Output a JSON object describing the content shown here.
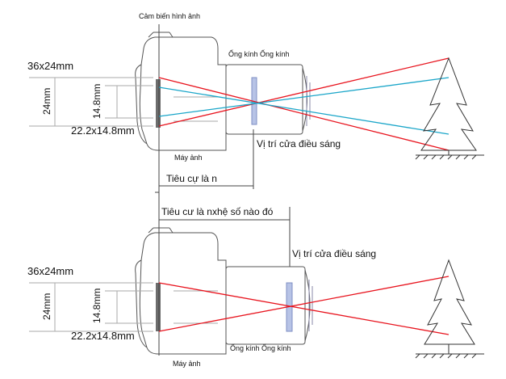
{
  "top": {
    "sensor_label": "Cảm biến hình ảnh",
    "lens_label": "Ống kính  Ống kính",
    "full_frame": "36x24mm",
    "height_full": "24mm",
    "height_crop": "14.8mm",
    "crop_frame": "22.2x14.8mm",
    "camera_label": "Máy ảnh",
    "aperture_label": "Vị trí cửa điều sáng",
    "focal_n": "Tiêu cự là n",
    "focal_nx": "Tiêu cư là nxhệ số nào đó"
  },
  "bottom": {
    "aperture_label": "Vị trí cửa điều sáng",
    "full_frame": "36x24mm",
    "height_full": "24mm",
    "height_crop": "14.8mm",
    "crop_frame": "22.2x14.8mm",
    "lens_label": "Ống kính  Ống kính",
    "camera_label": "Máy ảnh"
  },
  "colors": {
    "full_frame_ray": "#e8141e",
    "crop_ray": "#1ba6c9",
    "outline": "#555555",
    "lens_glass": "#b7c3e6"
  }
}
